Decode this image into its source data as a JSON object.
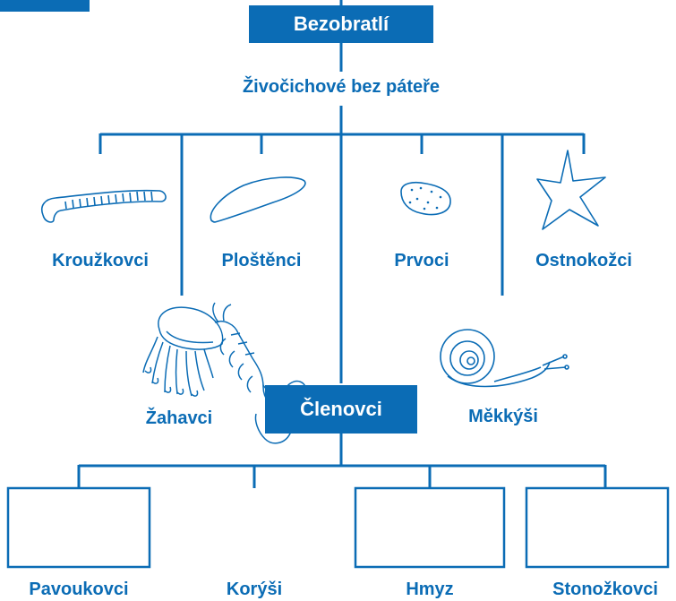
{
  "colors": {
    "accent": "#0b6cb5",
    "background": "#ffffff",
    "line": "#0b6cb5"
  },
  "root": {
    "title": "Bezobratlí",
    "subtitle": "Živočichové bez páteře"
  },
  "groups": [
    {
      "label": "Kroužkovci",
      "icon": "worm-icon"
    },
    {
      "label": "Ploštěnci",
      "icon": "flatworm-icon"
    },
    {
      "label": "Prvoci",
      "icon": "protozoan-icon"
    },
    {
      "label": "Ostnokožci",
      "icon": "starfish-icon"
    },
    {
      "label": "Žahavci",
      "icon": "jellyfish-icon"
    },
    {
      "label": "Měkkýši",
      "icon": "snail-icon"
    }
  ],
  "arthropods": {
    "title": "Členovci",
    "subgroups": [
      {
        "label": "Pavoukovci",
        "icon": "empty-box"
      },
      {
        "label": "Korýši",
        "icon": "lobster-icon"
      },
      {
        "label": "Hmyz",
        "icon": "empty-box"
      },
      {
        "label": "Stonožkovci",
        "icon": "empty-box"
      }
    ]
  }
}
